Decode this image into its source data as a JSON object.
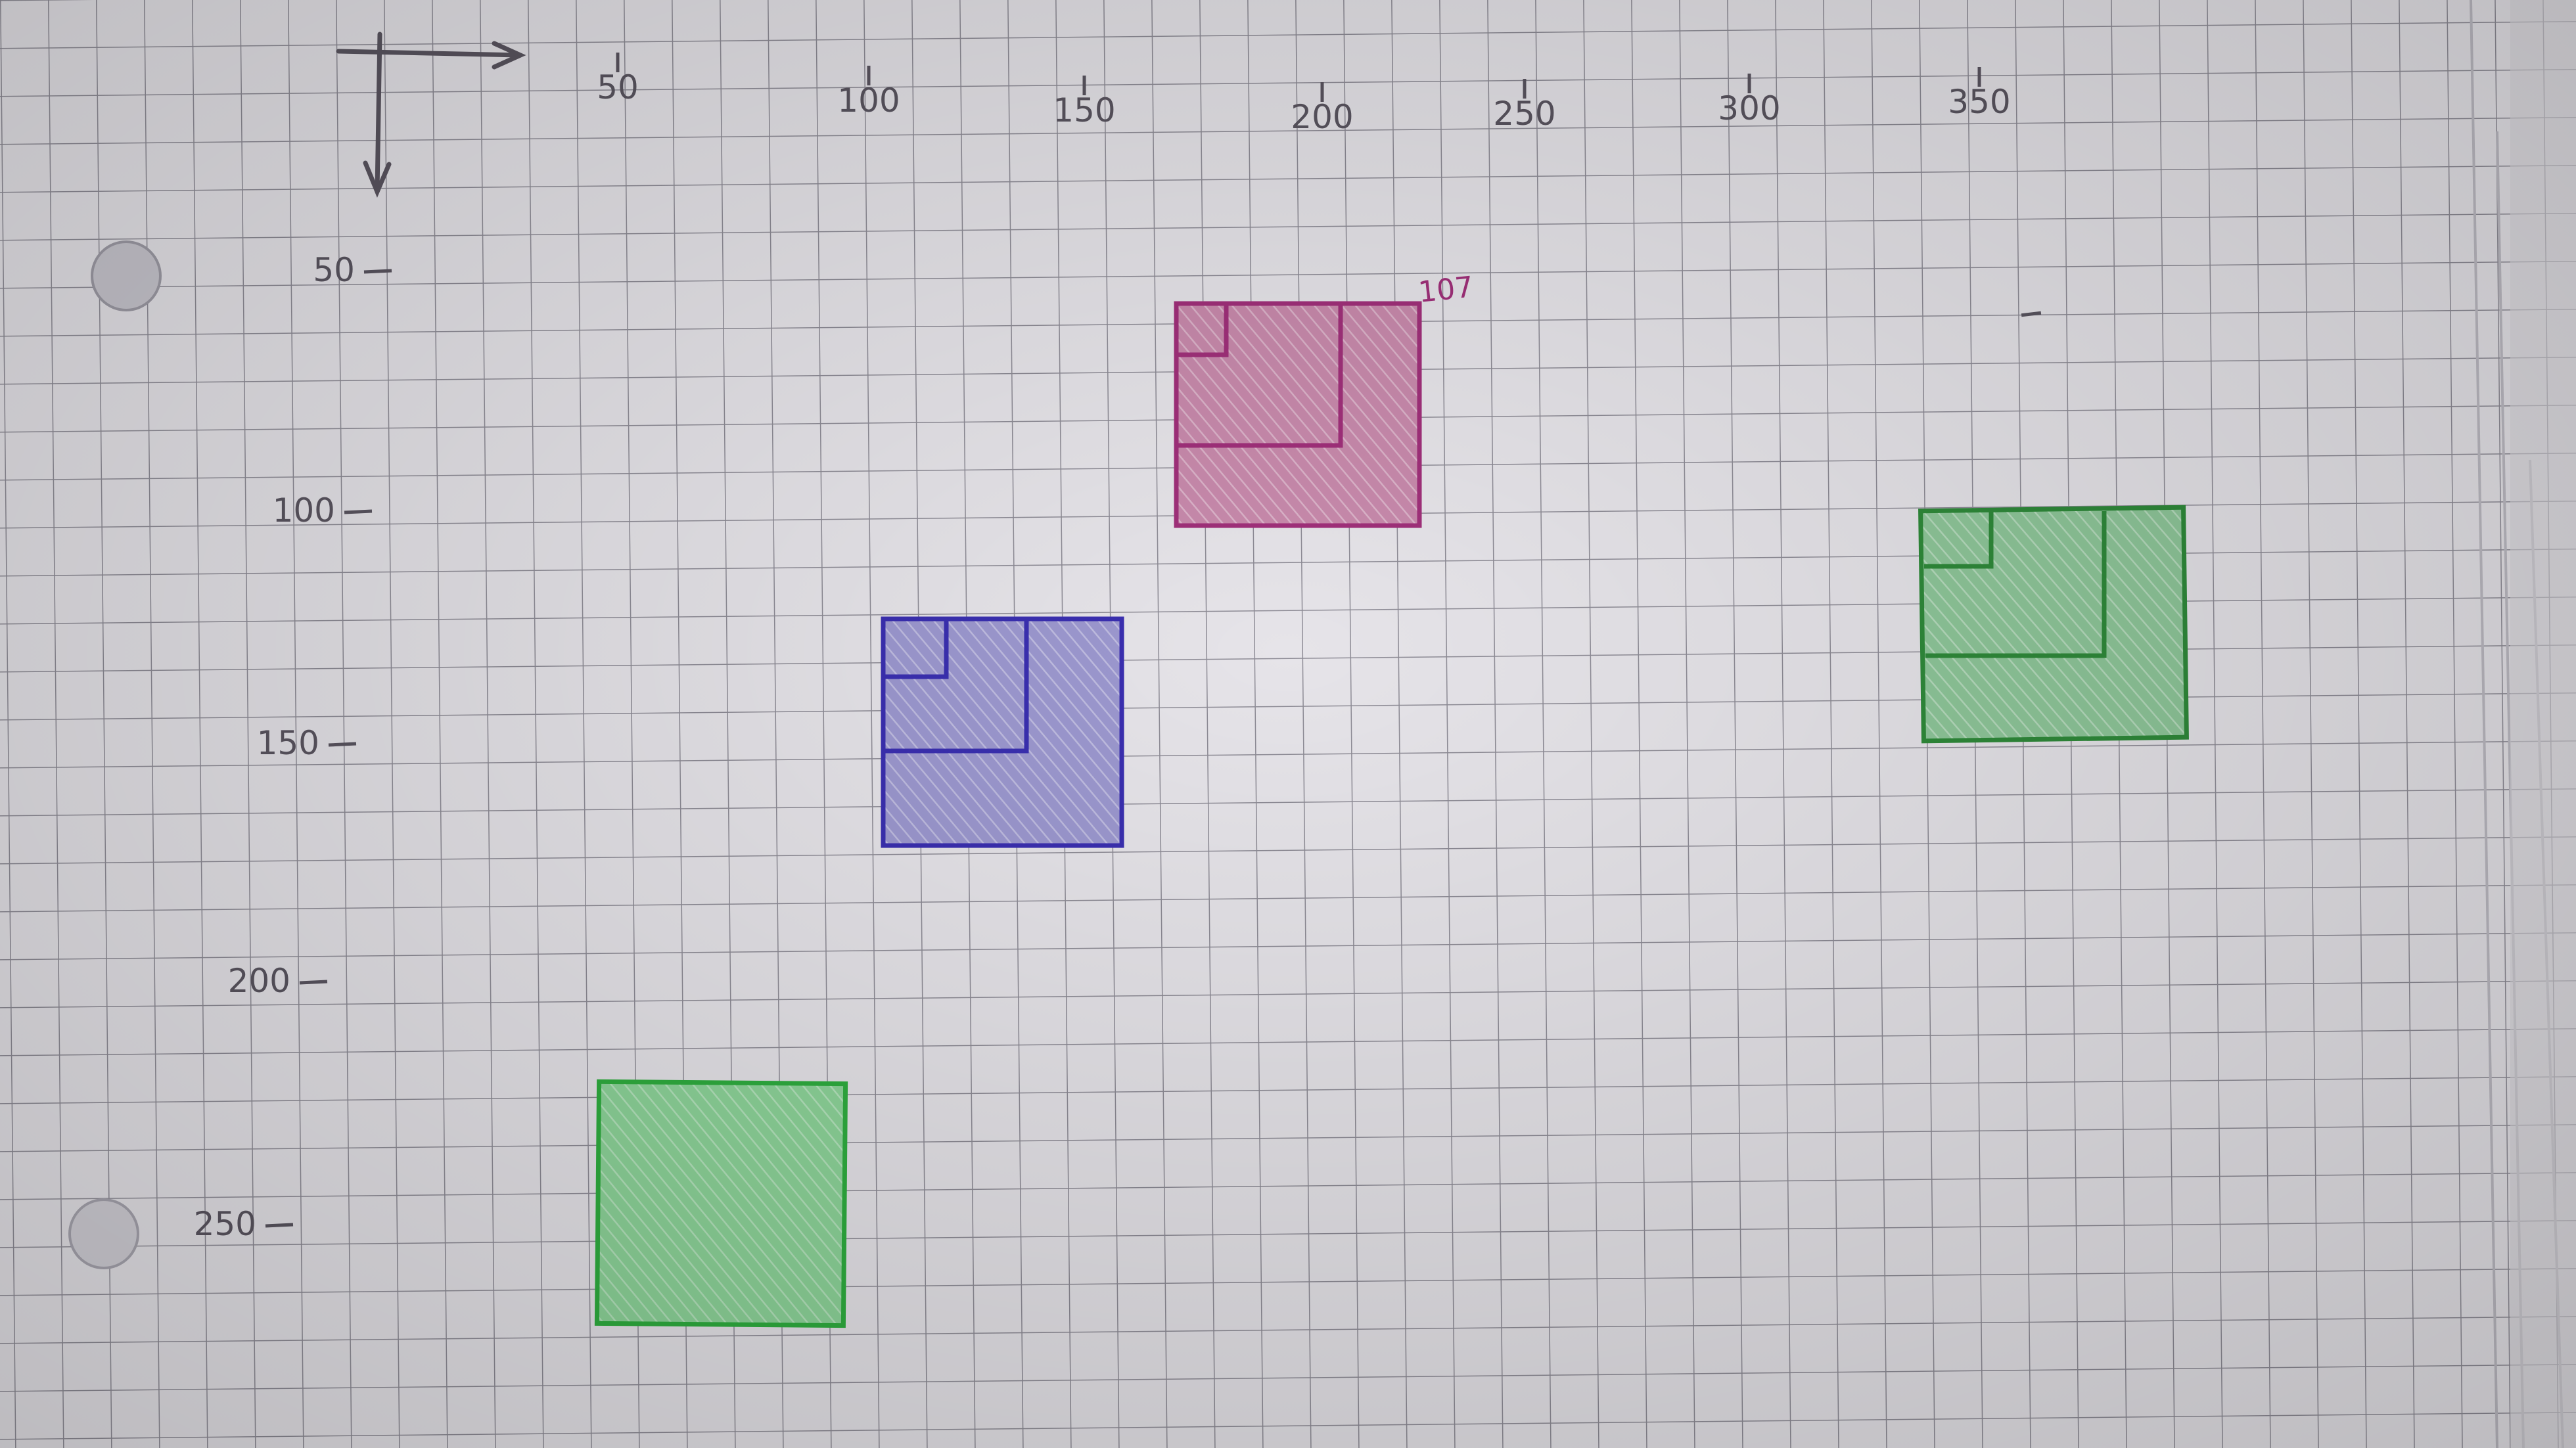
{
  "paper": {
    "background": "#e6e4e9",
    "grid_color": "#8e8c96",
    "ink_color": "#5a5560"
  },
  "x_axis": {
    "ticks": [
      "50",
      "100",
      "150",
      "200",
      "250",
      "300",
      "350"
    ]
  },
  "y_axis": {
    "ticks": [
      "50",
      "100",
      "150",
      "200",
      "250"
    ]
  },
  "rectangles": [
    {
      "id": "magenta-square",
      "color": "#a0307a",
      "fill": "#c88aac",
      "annotation": "107",
      "nested_squares": 2
    },
    {
      "id": "blue-square",
      "color": "#3a2fb0",
      "fill": "#9c98cf",
      "annotation": "",
      "nested_squares": 2
    },
    {
      "id": "green-square-right",
      "color": "#2f8a3a",
      "fill": "#8fc79a",
      "annotation": "",
      "nested_squares": 2
    },
    {
      "id": "green-square-bottom",
      "color": "#2fae3f",
      "fill": "#8ed59a",
      "annotation": "",
      "nested_squares": 0
    }
  ]
}
